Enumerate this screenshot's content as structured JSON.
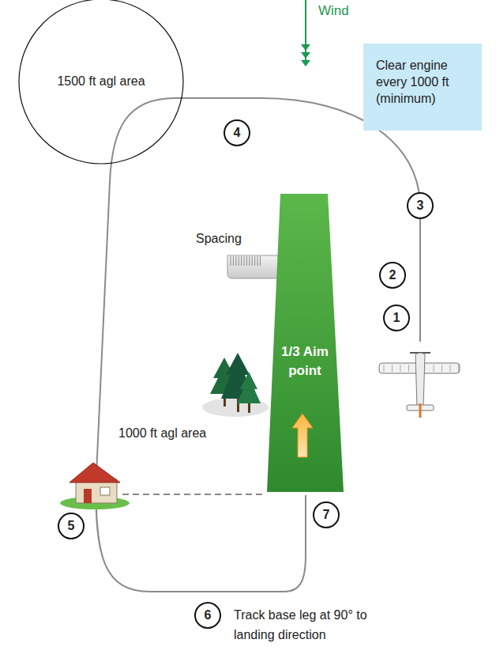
{
  "diagram": {
    "nodes": [
      {
        "text": [
          "1500 ft agl area"
        ]
      },
      {
        "text": [
          "Clear engine every 1000 ft (minimum)"
        ]
      },
      {
        "text": [
          "1/3 Aim point"
        ]
      }
    ],
    "labels": [
      "Wind",
      "4",
      "3",
      "Spacing",
      "2",
      "1",
      "1000 ft agl area",
      "5",
      "7",
      "6",
      "Track base leg at 90° to landing direction"
    ]
  }
}
